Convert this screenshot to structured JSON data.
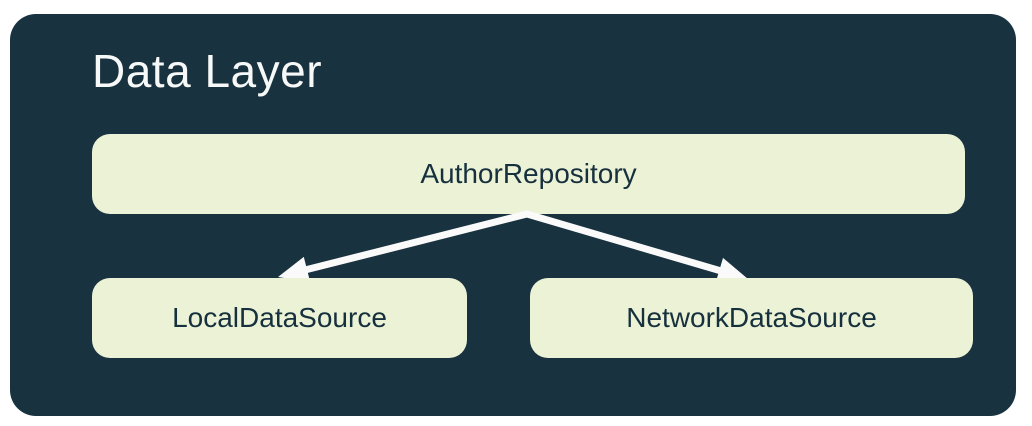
{
  "page": {
    "background": "#ffffff"
  },
  "diagram": {
    "title": "Data Layer",
    "colors": {
      "container_bg": "#18323f",
      "node_bg": "#ecf2d6",
      "node_text": "#16303d",
      "title_text": "#f7f9f8",
      "arrow": "#fafafa"
    },
    "nodes": {
      "repository": {
        "label": "AuthorRepository"
      },
      "local": {
        "label": "LocalDataSource"
      },
      "network": {
        "label": "NetworkDataSource"
      }
    },
    "edges": [
      {
        "from": "AuthorRepository",
        "to": "LocalDataSource",
        "style": "arrow"
      },
      {
        "from": "AuthorRepository",
        "to": "NetworkDataSource",
        "style": "arrow"
      }
    ]
  }
}
